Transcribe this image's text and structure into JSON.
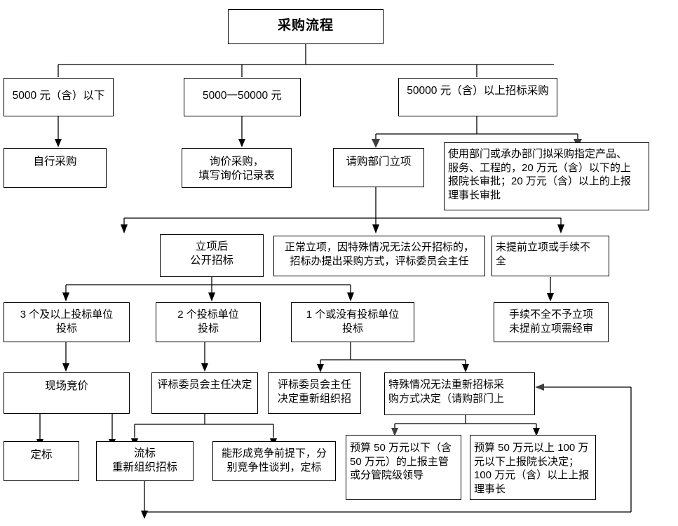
{
  "diagram": {
    "title": "采购流程",
    "nodes": [
      {
        "id": "root",
        "label": "采购流程"
      },
      {
        "id": "tier1",
        "label": "5000 元（含）以下"
      },
      {
        "id": "tier2",
        "label": "5000一50000 元"
      },
      {
        "id": "tier3",
        "label": "50000 元（含）以上招标采购"
      },
      {
        "id": "self-buy",
        "label": "自行采购"
      },
      {
        "id": "inquiry",
        "label": "询价采购，\n填写询价记录表"
      },
      {
        "id": "dept-apply",
        "label": "请购部门立项"
      },
      {
        "id": "designated",
        "label": "使用部门或承办部门拟采购指定产品、\n服务、工程的，20 万元（含）以下的上\n报院长审批；20 万元（含）以上的上报\n理事长审批"
      },
      {
        "id": "public-bid",
        "label": "立项后\n公开招标"
      },
      {
        "id": "normal-item",
        "label": "正常立项，因特殊情况无法公开招标的，\n招标办提出采购方式，评标委员会主任"
      },
      {
        "id": "no-apply",
        "label": "未提前立项或手续不\n全"
      },
      {
        "id": "bidders3",
        "label": "3 个及以上投标单位\n投标"
      },
      {
        "id": "bidders2",
        "label": "2 个投标单位\n投标"
      },
      {
        "id": "bidders1",
        "label": "1 个或没有投标单位\n投标"
      },
      {
        "id": "incomplete",
        "label": "手续不全不予立项\n未提前立项需经审"
      },
      {
        "id": "onsite",
        "label": "现场竞价"
      },
      {
        "id": "chair-dec",
        "label": "评标委员会主任决定"
      },
      {
        "id": "chair-re",
        "label": "评标委员会主任\n决定重新组织招"
      },
      {
        "id": "special",
        "label": "特殊情况无法重新招标采\n购方式决定（请购部门上"
      },
      {
        "id": "award",
        "label": "定标"
      },
      {
        "id": "failed",
        "label": "流标\n重新组织招标"
      },
      {
        "id": "negotiate",
        "label": "能形成竞争前提下，分\n别竞争性谈判，定标"
      },
      {
        "id": "budget50",
        "label": "预算 50 万元以下（含\n50 万元）的上报主管\n或分管院级领导"
      },
      {
        "id": "budget100",
        "label": "预算 50 万元以上 100 万\n元以下上报院长决定；\n100 万元（含）以上上报\n理事长"
      }
    ],
    "edges": [
      {
        "from": "root",
        "to": "tier1"
      },
      {
        "from": "root",
        "to": "tier2"
      },
      {
        "from": "root",
        "to": "tier3"
      },
      {
        "from": "tier1",
        "to": "self-buy"
      },
      {
        "from": "tier2",
        "to": "inquiry"
      },
      {
        "from": "tier3",
        "to": "dept-apply"
      },
      {
        "from": "tier3",
        "to": "designated"
      },
      {
        "from": "dept-apply",
        "to": "public-bid"
      },
      {
        "from": "dept-apply",
        "to": "normal-item"
      },
      {
        "from": "dept-apply",
        "to": "no-apply"
      },
      {
        "from": "public-bid",
        "to": "bidders3"
      },
      {
        "from": "public-bid",
        "to": "bidders2"
      },
      {
        "from": "public-bid",
        "to": "bidders1"
      },
      {
        "from": "no-apply",
        "to": "incomplete"
      },
      {
        "from": "bidders3",
        "to": "onsite"
      },
      {
        "from": "bidders2",
        "to": "chair-dec"
      },
      {
        "from": "bidders1",
        "to": "chair-re"
      },
      {
        "from": "bidders1",
        "to": "special"
      },
      {
        "from": "onsite",
        "to": "award"
      },
      {
        "from": "onsite",
        "to": "failed"
      },
      {
        "from": "chair-dec",
        "to": "failed"
      },
      {
        "from": "chair-dec",
        "to": "negotiate"
      },
      {
        "from": "special",
        "to": "budget50"
      },
      {
        "from": "special",
        "to": "budget100"
      },
      {
        "from": "budget100",
        "to": "special"
      },
      {
        "from": "failed",
        "to": "loop-bottom"
      }
    ],
    "colors": {
      "line": "#000000",
      "gray_line": "#7f7f7f",
      "box_border": "#000000",
      "background": "#ffffff",
      "text": "#000000"
    }
  }
}
